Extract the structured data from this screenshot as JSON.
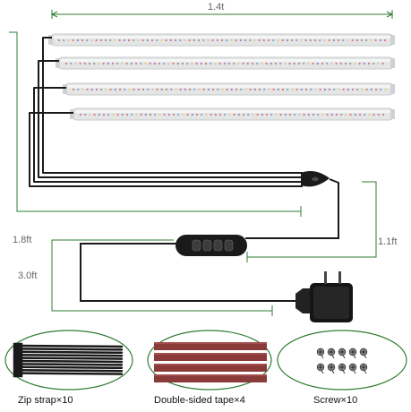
{
  "dimensions": {
    "bar_length": "1.4t",
    "strip_cable": "1.8ft",
    "controller_cable": "3.0ft",
    "adapter_cable": "1.1ft"
  },
  "accessories": {
    "zip_strap": "Zip strap×10",
    "tape": "Double-sided tape×4",
    "screw": "Screw×10"
  },
  "controller_buttons": 4,
  "light_bar_count": 4,
  "colors": {
    "dimension_line": "#2e7d32",
    "cable": "#1a1a1a",
    "tape": "#8b3a3a",
    "bar_body": "#e4e6e6"
  }
}
